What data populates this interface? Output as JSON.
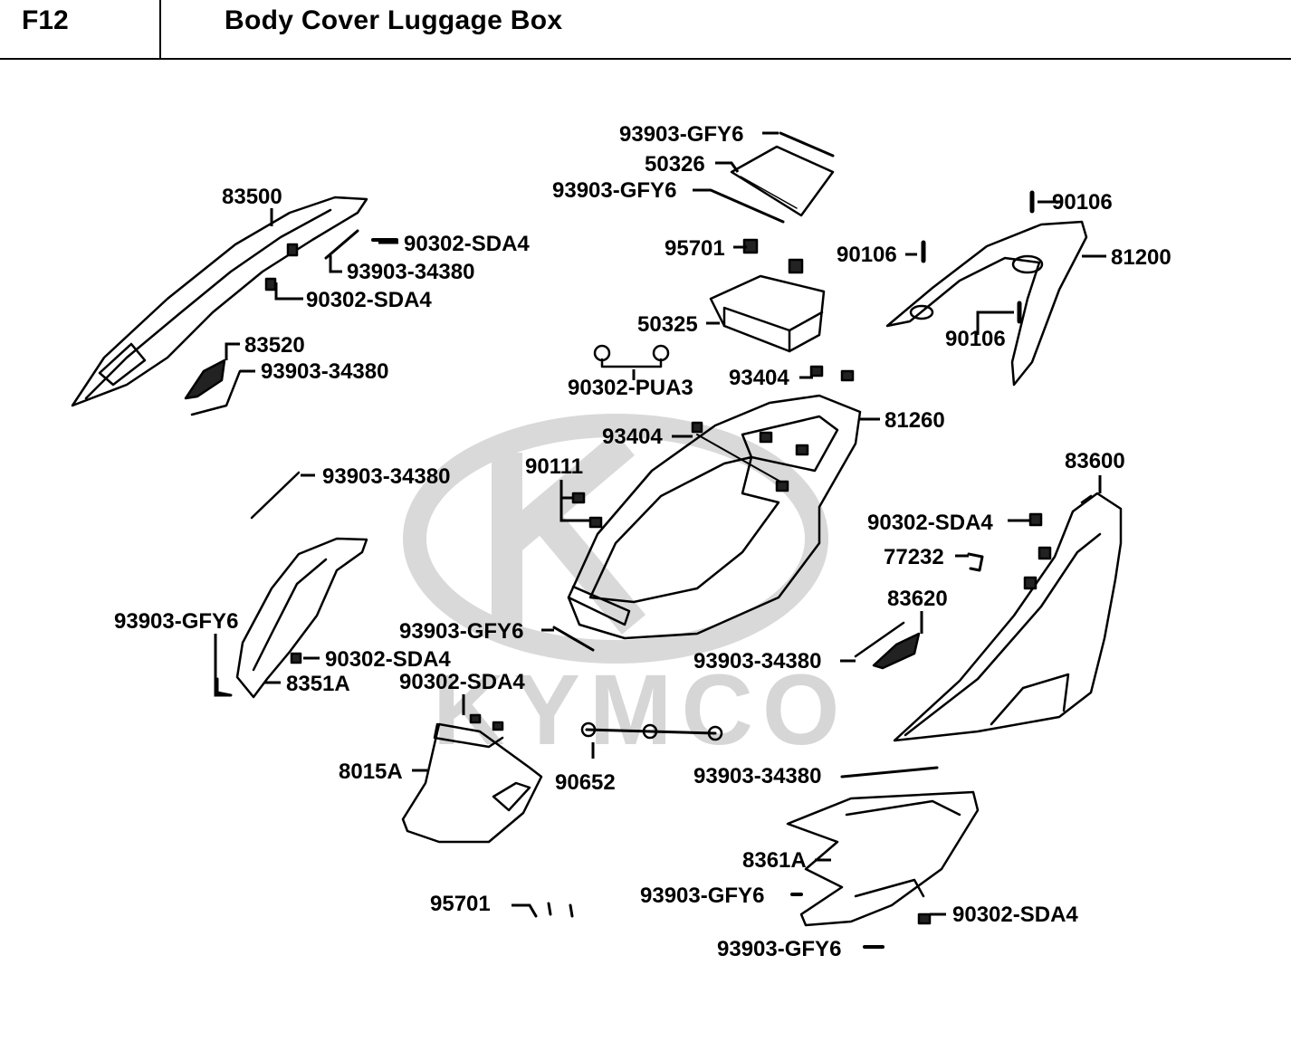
{
  "header": {
    "code": "F12",
    "title": "Body Cover  Luggage Box"
  },
  "watermark": {
    "brand": "KYMCO",
    "color": "#d6d6d6"
  },
  "parts": [
    {
      "id": "p01",
      "number": "93903-GFY6"
    },
    {
      "id": "p02",
      "number": "50326"
    },
    {
      "id": "p03",
      "number": "93903-GFY6"
    },
    {
      "id": "p04",
      "number": "83500"
    },
    {
      "id": "p05",
      "number": "90302-SDA4"
    },
    {
      "id": "p06",
      "number": "93903-34380"
    },
    {
      "id": "p07",
      "number": "90302-SDA4"
    },
    {
      "id": "p08",
      "number": "95701"
    },
    {
      "id": "p09",
      "number": "90106"
    },
    {
      "id": "p10",
      "number": "90106"
    },
    {
      "id": "p11",
      "number": "81200"
    },
    {
      "id": "p12",
      "number": "50325"
    },
    {
      "id": "p13",
      "number": "90106"
    },
    {
      "id": "p14",
      "number": "83520"
    },
    {
      "id": "p15",
      "number": "93903-34380"
    },
    {
      "id": "p16",
      "number": "93404"
    },
    {
      "id": "p17",
      "number": "90302-PUA3"
    },
    {
      "id": "p18",
      "number": "93404"
    },
    {
      "id": "p19",
      "number": "81260"
    },
    {
      "id": "p20",
      "number": "90111"
    },
    {
      "id": "p21",
      "number": "83600"
    },
    {
      "id": "p22",
      "number": "93903-34380"
    },
    {
      "id": "p23",
      "number": "90302-SDA4"
    },
    {
      "id": "p24",
      "number": "77232"
    },
    {
      "id": "p25",
      "number": "83620"
    },
    {
      "id": "p26",
      "number": "93903-GFY6"
    },
    {
      "id": "p27",
      "number": "93903-GFY6"
    },
    {
      "id": "p28",
      "number": "90302-SDA4"
    },
    {
      "id": "p29",
      "number": "93903-34380"
    },
    {
      "id": "p30",
      "number": "8351A"
    },
    {
      "id": "p31",
      "number": "90302-SDA4"
    },
    {
      "id": "p32",
      "number": "8015A"
    },
    {
      "id": "p33",
      "number": "90652"
    },
    {
      "id": "p34",
      "number": "93903-34380"
    },
    {
      "id": "p35",
      "number": "8361A"
    },
    {
      "id": "p36",
      "number": "95701"
    },
    {
      "id": "p37",
      "number": "93903-GFY6"
    },
    {
      "id": "p38",
      "number": "90302-SDA4"
    },
    {
      "id": "p39",
      "number": "93903-GFY6"
    }
  ]
}
